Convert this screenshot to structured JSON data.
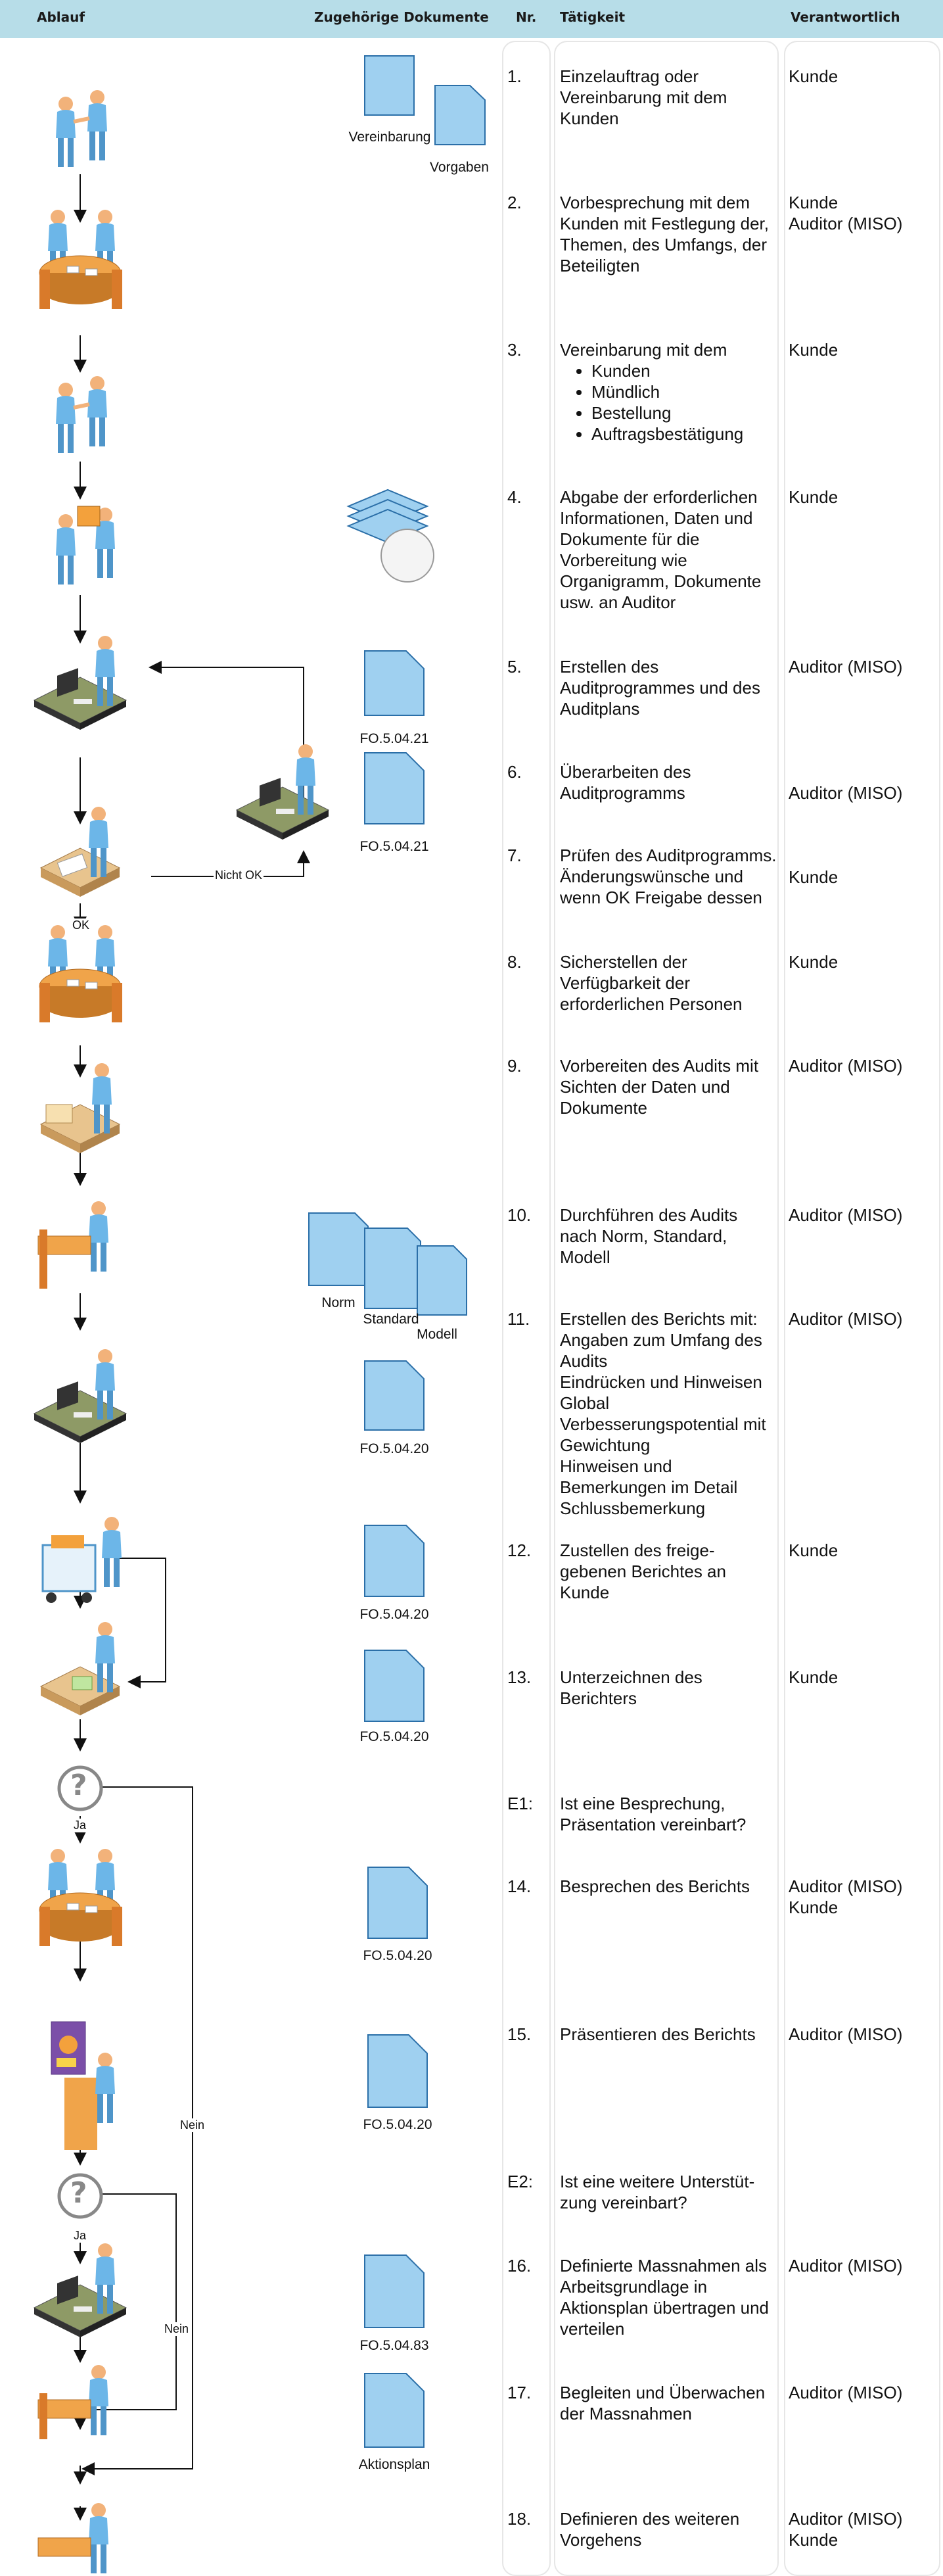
{
  "header": {
    "ablauf": "Ablauf",
    "dokumente": "Zugehörige Dokumente",
    "nr": "Nr.",
    "taetigkeit": "Tätigkeit",
    "verantwortlich": "Verantwortlich"
  },
  "steps": [
    {
      "nr": "1.",
      "activity": "Einzelauftrag oder Vereinbarung mit dem Kunden",
      "responsible": "Kunde"
    },
    {
      "nr": "2.",
      "activity": "Vorbesprechung mit dem Kunden mit Festlegung der, Themen, des Umfangs, der Beteiligten",
      "responsible": "Kunde\nAuditor (MISO)"
    },
    {
      "nr": "3.",
      "activity": "Vereinbarung mit dem",
      "bullets": [
        "Kunden",
        "Mündlich",
        "Bestellung",
        "Auftragsbestätigung"
      ],
      "responsible": "Kunde"
    },
    {
      "nr": "4.",
      "activity": "Abgabe der erforderlichen Informationen, Daten und Dokumente für die Vorbereitung wie Organigramm, Dokumente usw. an Auditor",
      "responsible": "Kunde"
    },
    {
      "nr": "5.",
      "activity": "Erstellen des Auditprogrammes und des Auditplans",
      "responsible": "Auditor (MISO)"
    },
    {
      "nr": "6.",
      "activity": "Überarbeiten des Auditprogramms",
      "responsible": "Auditor (MISO)"
    },
    {
      "nr": "7.",
      "activity": "Prüfen des Auditprogramms. Änderungswünsche und wenn OK Freigabe dessen",
      "responsible": "Kunde"
    },
    {
      "nr": "8.",
      "activity": "Sicherstellen der Verfügbarkeit der erforderlichen Personen",
      "responsible": "Kunde"
    },
    {
      "nr": "9.",
      "activity": "Vorbereiten des Audits mit Sichten der Daten und Dokumente",
      "responsible": "Auditor (MISO)"
    },
    {
      "nr": "10.",
      "activity": "Durchführen des Audits nach Norm, Standard, Modell",
      "responsible": "Auditor (MISO)"
    },
    {
      "nr": "11.",
      "activity": "Erstellen des Berichts mit: Angaben zum Umfang des Audits\nEindrücken und Hinweisen Global\nVerbesserungspotential mit Gewichtung\nHinweisen und Bemerkungen im Detail\nSchlussbemerkung",
      "responsible": "Auditor (MISO)"
    },
    {
      "nr": "12.",
      "activity": "Zustellen des freige-gebenen Berichtes an Kunde",
      "responsible": "Kunde"
    },
    {
      "nr": "13.",
      "activity": "Unterzeichnen des Berichters",
      "responsible": "Kunde"
    },
    {
      "nr": "E1:",
      "activity": "Ist eine Besprechung, Präsentation vereinbart?",
      "responsible": ""
    },
    {
      "nr": "14.",
      "activity": "Besprechen des Berichts",
      "responsible": "Auditor (MISO)\nKunde"
    },
    {
      "nr": "15.",
      "activity": "Präsentieren des Berichts",
      "responsible": "Auditor (MISO)"
    },
    {
      "nr": "E2:",
      "activity": "Ist eine weitere Unterstüt-zung vereinbart?",
      "responsible": ""
    },
    {
      "nr": "16.",
      "activity": "Definierte Massnahmen als Arbeitsgrundlage in Aktionsplan übertragen und verteilen",
      "responsible": "Auditor (MISO)"
    },
    {
      "nr": "17.",
      "activity": "Begleiten und Überwachen der Massnahmen",
      "responsible": "Auditor (MISO)"
    },
    {
      "nr": "18.",
      "activity": "Definieren des weiteren Vorgehens",
      "responsible": "Auditor (MISO)\nKunde"
    }
  ],
  "documents": {
    "vereinbarung": "Vereinbarung",
    "vorgaben": "Vorgaben",
    "fo_5_04_21_a": "FO.5.04.21",
    "fo_5_04_21_b": "FO.5.04.21",
    "norm": "Norm",
    "standard": "Standard",
    "modell": "Modell",
    "fo_5_04_20_a": "FO.5.04.20",
    "fo_5_04_20_b": "FO.5.04.20",
    "fo_5_04_20_c": "FO.5.04.20",
    "fo_5_04_20_d": "FO.5.04.20",
    "fo_5_04_20_e": "FO.5.04.20",
    "fo_5_04_83": "FO.5.04.83",
    "aktionsplan": "Aktionsplan"
  },
  "flow_labels": {
    "nicht_ok": "Nicht OK",
    "ok": "OK",
    "ja_1": "Ja",
    "ja_2": "Ja",
    "nein_1": "Nein",
    "nein_2": "Nein"
  },
  "decision_symbol": "?",
  "icons": [
    "handshake-people-icon",
    "meeting-table-icon",
    "handshake-people-icon",
    "handover-package-icon",
    "computer-workstation-icon",
    "computer-workstation-icon",
    "desk-review-icon",
    "meeting-table-icon",
    "desk-preparation-icon",
    "person-desk-icon",
    "computer-workstation-icon",
    "mail-cart-icon",
    "desk-signing-icon",
    "question-icon",
    "meeting-table-icon",
    "presentation-icon",
    "question-icon",
    "computer-workstation-icon",
    "person-desk-icon",
    "person-desk-icon"
  ],
  "colors": {
    "header": "#b7dde8",
    "document_fill": "#9fd0f0",
    "document_stroke": "#2b6fa8"
  }
}
